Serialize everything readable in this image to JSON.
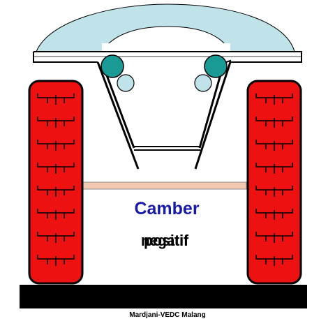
{
  "diagram": {
    "title": "Camber",
    "overlay_words": [
      "negatif",
      "positif"
    ],
    "credit": "Mardjani-VEDC Malang",
    "colors": {
      "tire": "#ee1111",
      "tire_outline": "#000000",
      "body_top": "#bfe3e8",
      "joint_dark": "#1a9a94",
      "joint_light": "#bfe3e8",
      "axle_bar": "#f3c8b0",
      "title": "#1a1aa8",
      "ground": "#000000"
    },
    "icons": [
      "left-tire-icon",
      "right-tire-icon",
      "body-arch-icon",
      "pivot-joint-icon"
    ]
  }
}
